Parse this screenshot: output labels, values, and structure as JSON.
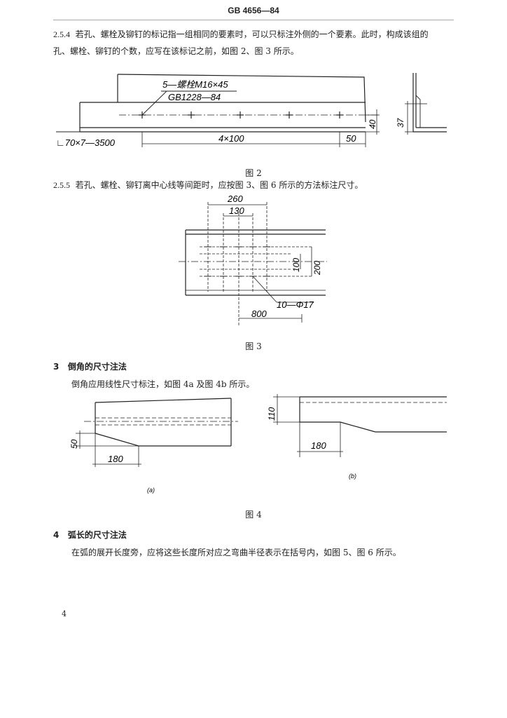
{
  "header": {
    "title": "GB 4656—84"
  },
  "clause_2_5_4": {
    "number": "2.5.4",
    "line1": "若孔、螺栓及铆钉的标记指一组相同的要素时，可以只标注外侧的一个要素。此时，构成该组的",
    "line2": "孔、螺栓、铆钉的个数，应写在该标记之前，如图 2、图 3 所示。"
  },
  "figure2": {
    "caption": "图 2",
    "label_bolt": "5—螺栓M16×45",
    "label_std": "GB1228—84",
    "label_angle": "∟70×7—3500",
    "dim_spacing": "4×100",
    "dim_end": "50",
    "dim_height": "40",
    "dim_side": "37"
  },
  "clause_2_5_5": {
    "number": "2.5.5",
    "text": "若孔、螺栓、铆钉离中心线等间距时，应按图 3、图 6 所示的方法标注尺寸。"
  },
  "figure3": {
    "caption": "图 3",
    "dim_260": "260",
    "dim_130": "130",
    "dim_100": "100",
    "dim_200": "200",
    "label_holes": "10—Φ17",
    "dim_800": "800"
  },
  "section3": {
    "number": "3",
    "title": "倒角的尺寸注法",
    "text": "倒角应用线性尺寸标注，如图 4a 及图 4b 所示。"
  },
  "figure4": {
    "caption": "图 4",
    "a_height": "50",
    "a_length": "180",
    "a_label": "(a)",
    "b_height": "110",
    "b_length": "180",
    "b_label": "(b)"
  },
  "section4": {
    "number": "4",
    "title": "弧长的尺寸注法",
    "text": "在弧的展开长度旁，应将这些长度所对应之弯曲半径表示在括号内，如图 5、图 6 所示。"
  },
  "footer": {
    "page_number": "4"
  }
}
